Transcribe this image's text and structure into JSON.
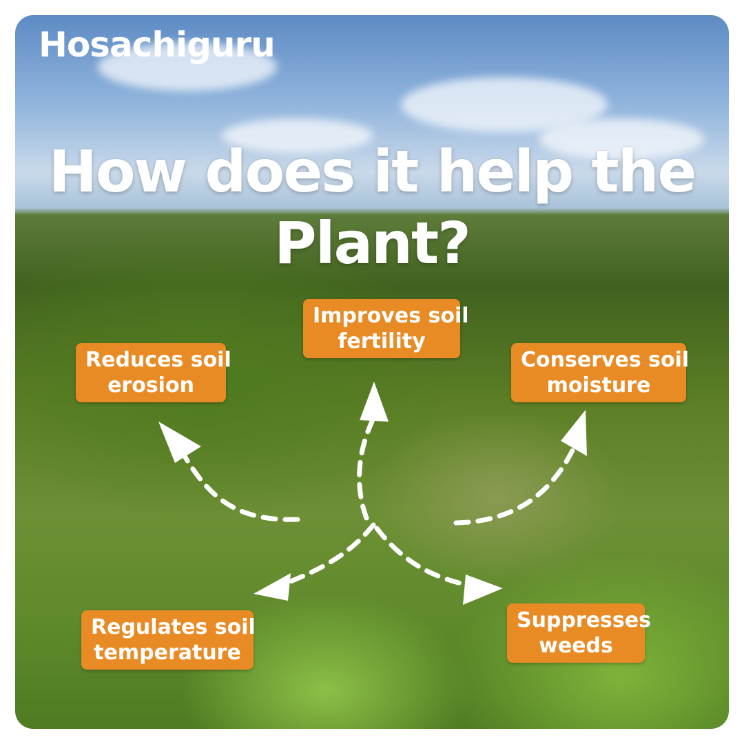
{
  "brand": {
    "name": "Hosachiguru"
  },
  "headline": {
    "line1": "How does it help the",
    "line2": "Plant?"
  },
  "benefits": [
    {
      "line1": "Reduces soil",
      "line2": "erosion"
    },
    {
      "line1": "Improves soil",
      "line2": "fertility"
    },
    {
      "line1": "Conserves soil",
      "line2": "moisture"
    },
    {
      "line1": "Regulates soil",
      "line2": "temperature"
    },
    {
      "line1": "Suppresses",
      "line2": "weeds"
    }
  ],
  "colors": {
    "tag_background": "#e98b24",
    "text": "#ffffff",
    "arrow": "#ffffff"
  },
  "icons": [
    "arrow-icon"
  ]
}
